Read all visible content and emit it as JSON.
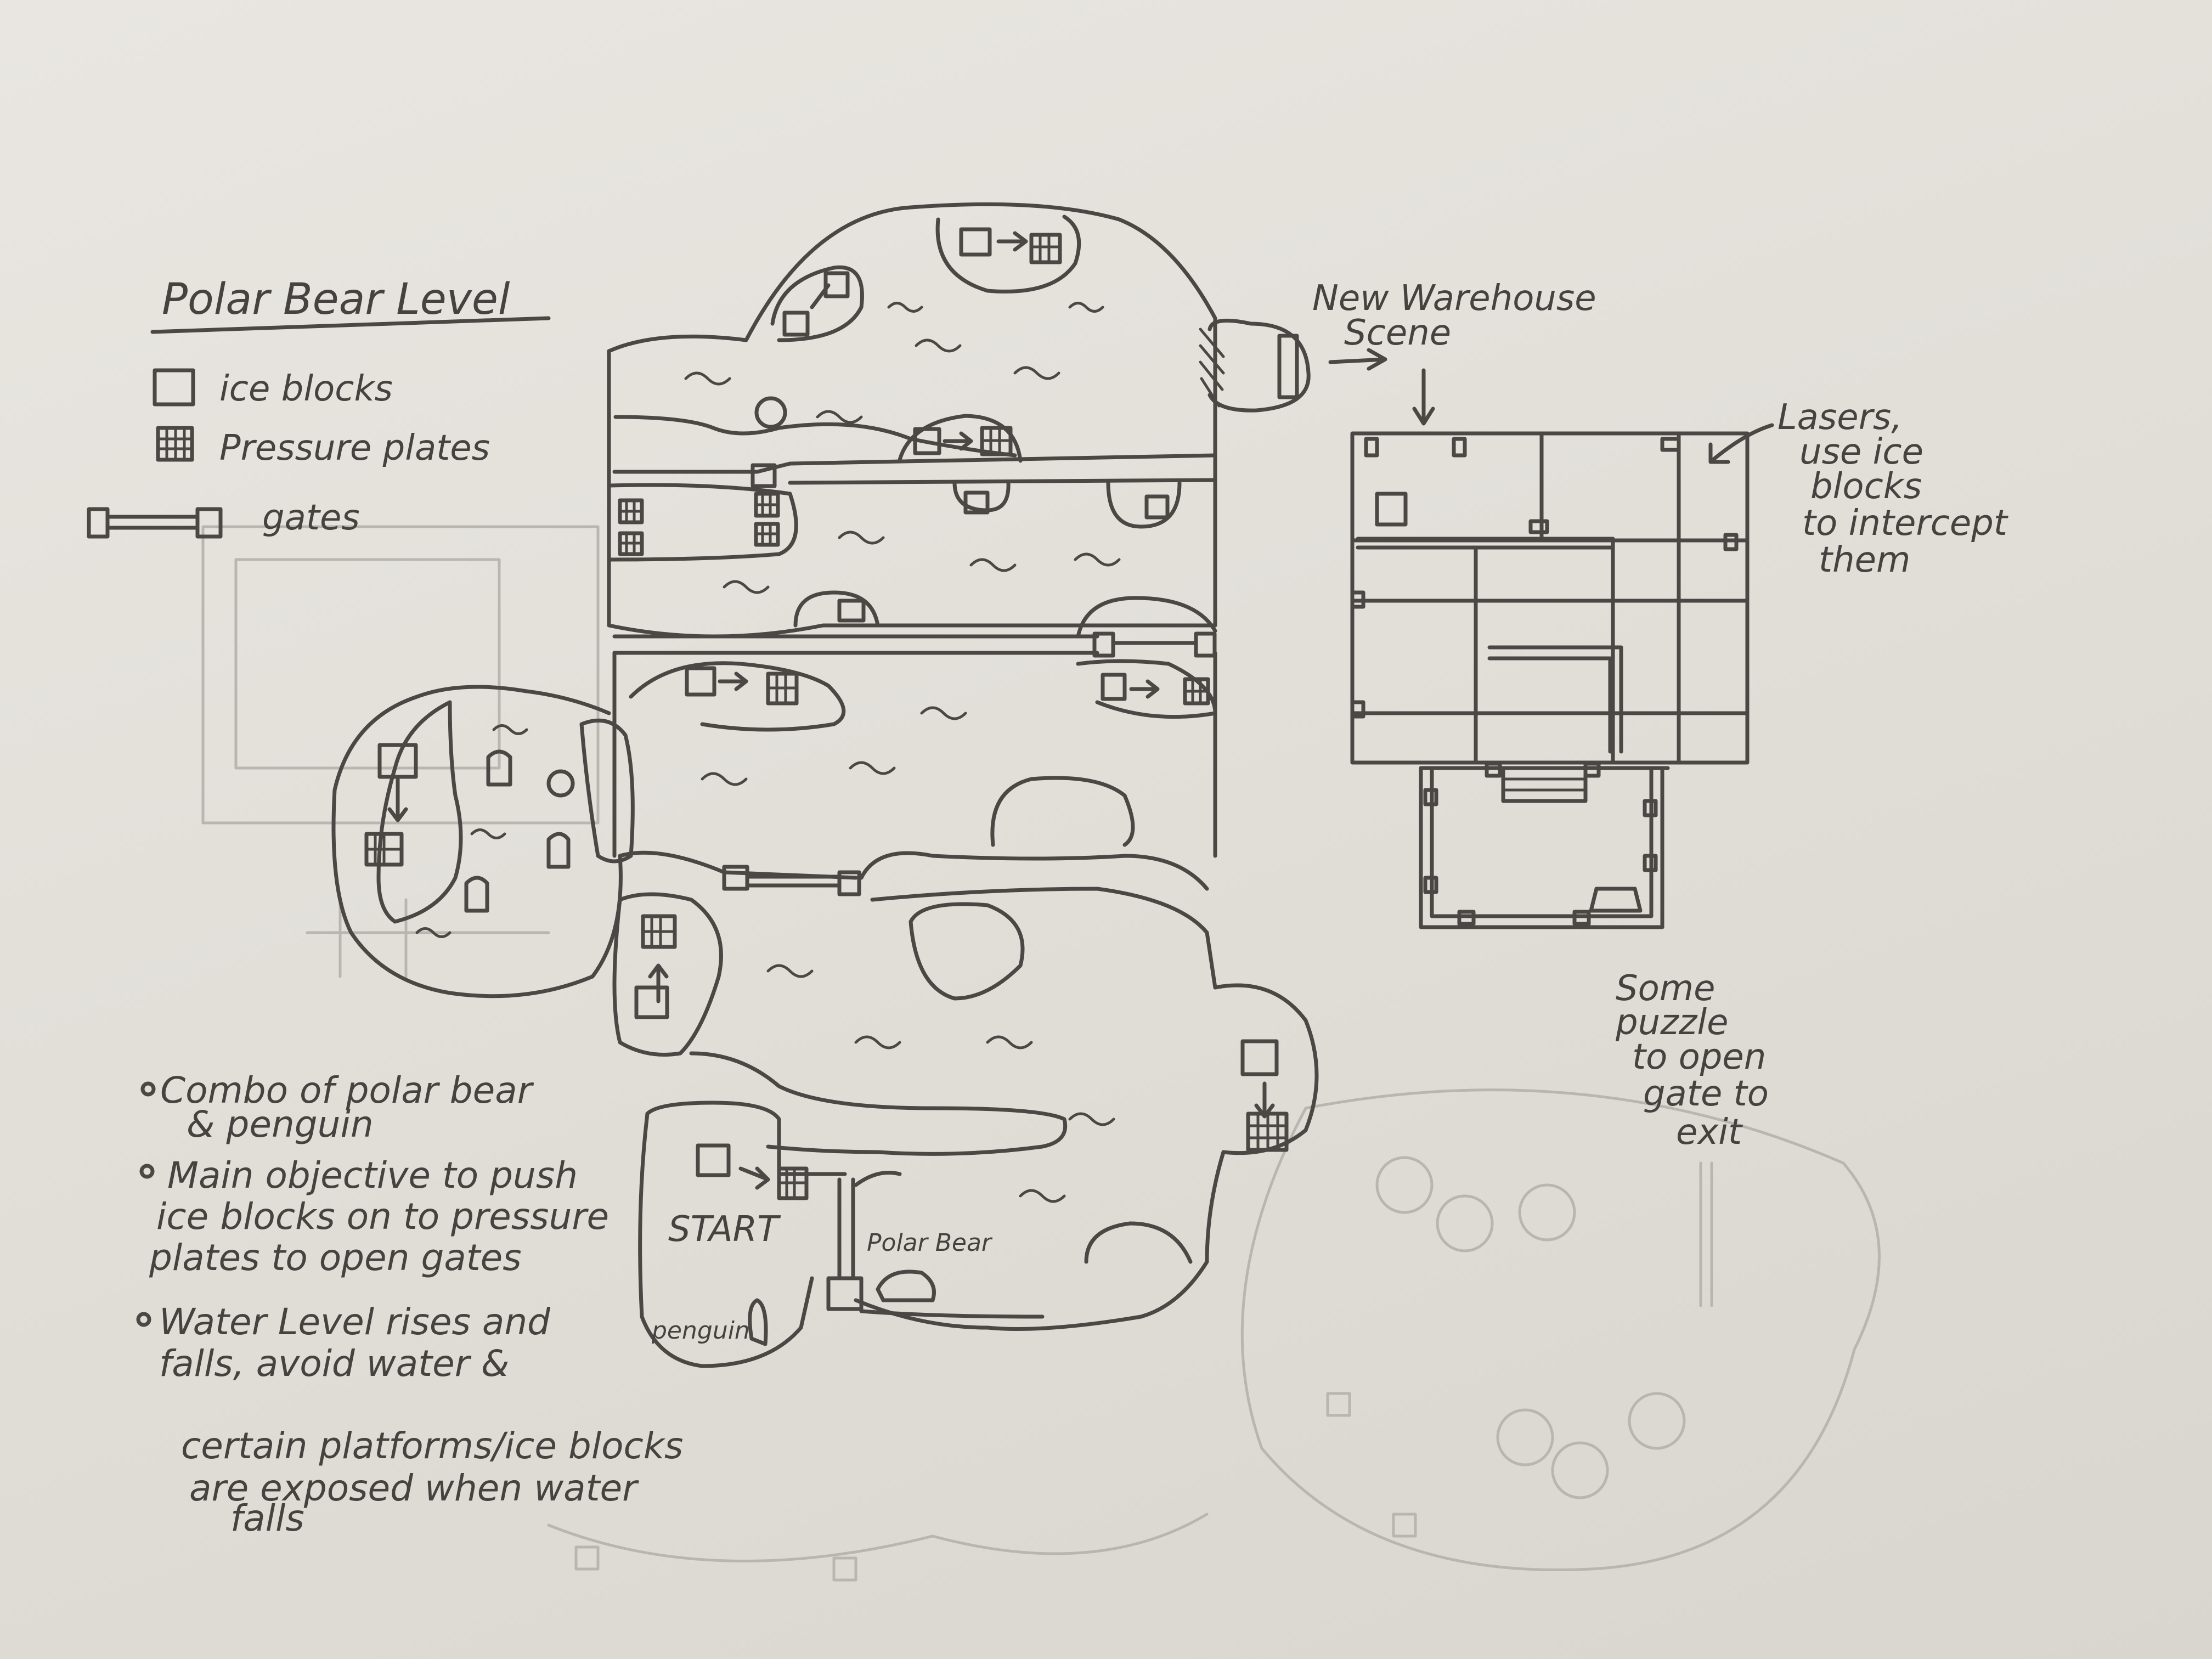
{
  "title": "Polar Bear Level",
  "legend": {
    "ice_blocks": "ice blocks",
    "pressure_plates": "Pressure plates",
    "gates": "gates"
  },
  "notes": [
    "Combo of polar bear",
    "& penguin",
    "Main objective to push",
    "ice blocks on to pressure",
    "plates to open gates",
    "Water Level rises and",
    "falls, avoid water &",
    "certain platforms/ice blocks",
    "are exposed when water",
    "falls"
  ],
  "map_labels": {
    "start": "START",
    "penguin": "penguin",
    "polar_bear": "Polar Bear"
  },
  "warehouse": {
    "label_line1": "New Warehouse",
    "label_line2": "Scene"
  },
  "lasers_note": [
    "Lasers,",
    "use ice",
    "blocks",
    "to intercept",
    "them"
  ],
  "puzzle_note": [
    "Some",
    "puzzle",
    "to open",
    "gate to",
    "exit"
  ],
  "colors": {
    "paper": "#e4e1dc",
    "pencil": "#4a4744",
    "table_wood": "#6f5a44"
  }
}
